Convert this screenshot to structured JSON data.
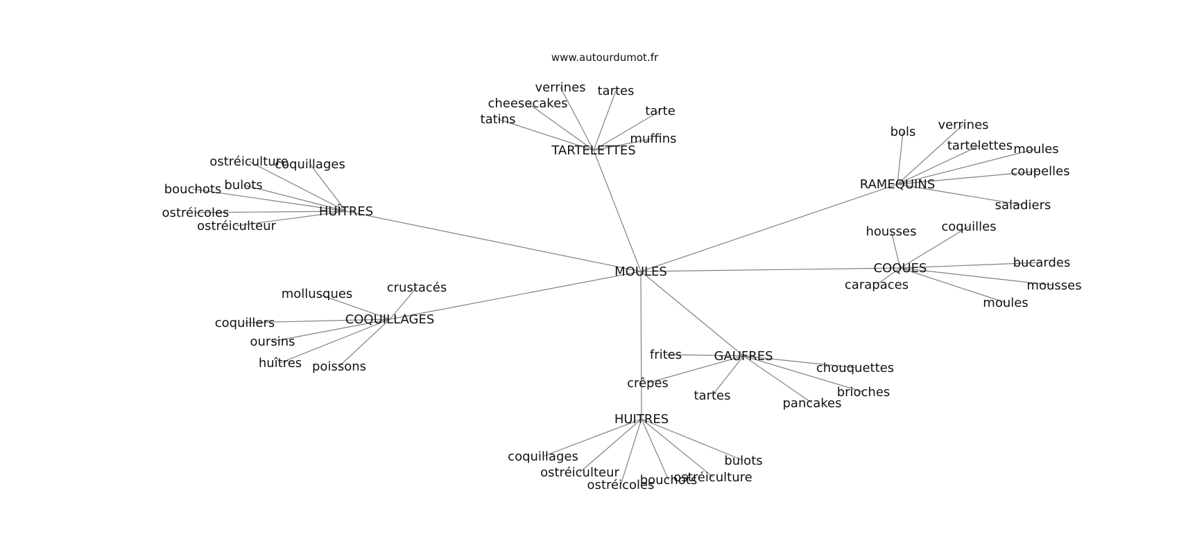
{
  "source": "www.autourdumot.fr",
  "center": "MOULES",
  "groups": [
    {
      "hub": "TARTELETTES",
      "leaves": [
        "verrines",
        "tartes",
        "cheesecakes",
        "tatins",
        "tarte",
        "muffins"
      ]
    },
    {
      "hub": "HUÎTRES",
      "leaves": [
        "ostréiculture",
        "coquillages",
        "bouchots",
        "bulots",
        "ostréicoles",
        "ostréiculteur"
      ]
    },
    {
      "hub": "RAMEQUINS",
      "leaves": [
        "bols",
        "verrines",
        "tartelettes",
        "moules",
        "coupelles",
        "saladiers"
      ]
    },
    {
      "hub": "COQUES",
      "leaves": [
        "housses",
        "coquilles",
        "bucardes",
        "carapaces",
        "mousses",
        "moules"
      ]
    },
    {
      "hub": "COQUILLAGES",
      "leaves": [
        "mollusques",
        "crustacés",
        "coquillers",
        "oursins",
        "huîtres",
        "poissons"
      ]
    },
    {
      "hub": "GAUFRES",
      "leaves": [
        "frites",
        "chouquettes",
        "crêpes",
        "brioches",
        "tartes",
        "pancakes"
      ]
    },
    {
      "hub": "HUITRES",
      "leaves": [
        "coquillages",
        "ostréiculteur",
        "ostréicoles",
        "bouchots",
        "ostréiculture",
        "bulots"
      ]
    }
  ]
}
